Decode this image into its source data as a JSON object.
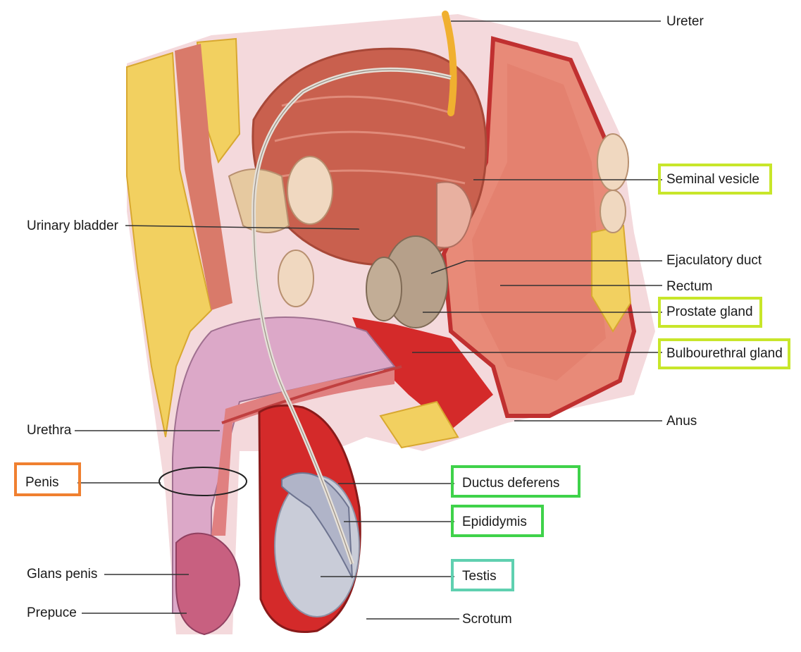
{
  "colors": {
    "yellow_green_box": "#c8e62a",
    "green_box": "#3fd24a",
    "teal_box": "#5fd0b0",
    "orange_box": "#f08030",
    "leader_line": "#333333",
    "muscle": "#c9604e",
    "fat": "#f2d060",
    "blood_red": "#d42a2a",
    "testis": "#c9ccd8"
  },
  "labels": {
    "ureter": "Ureter",
    "seminal_vesicle": "Seminal vesicle",
    "urinary_bladder": "Urinary bladder",
    "ejaculatory_duct": "Ejaculatory duct",
    "rectum": "Rectum",
    "prostate_gland": "Prostate gland",
    "bulbourethral_gland": "Bulbourethral gland",
    "anus": "Anus",
    "urethra": "Urethra",
    "penis": "Penis",
    "ductus_deferens": "Ductus deferens",
    "epididymis": "Epididymis",
    "glans_penis": "Glans penis",
    "testis": "Testis",
    "prepuce": "Prepuce",
    "scrotum": "Scrotum"
  }
}
